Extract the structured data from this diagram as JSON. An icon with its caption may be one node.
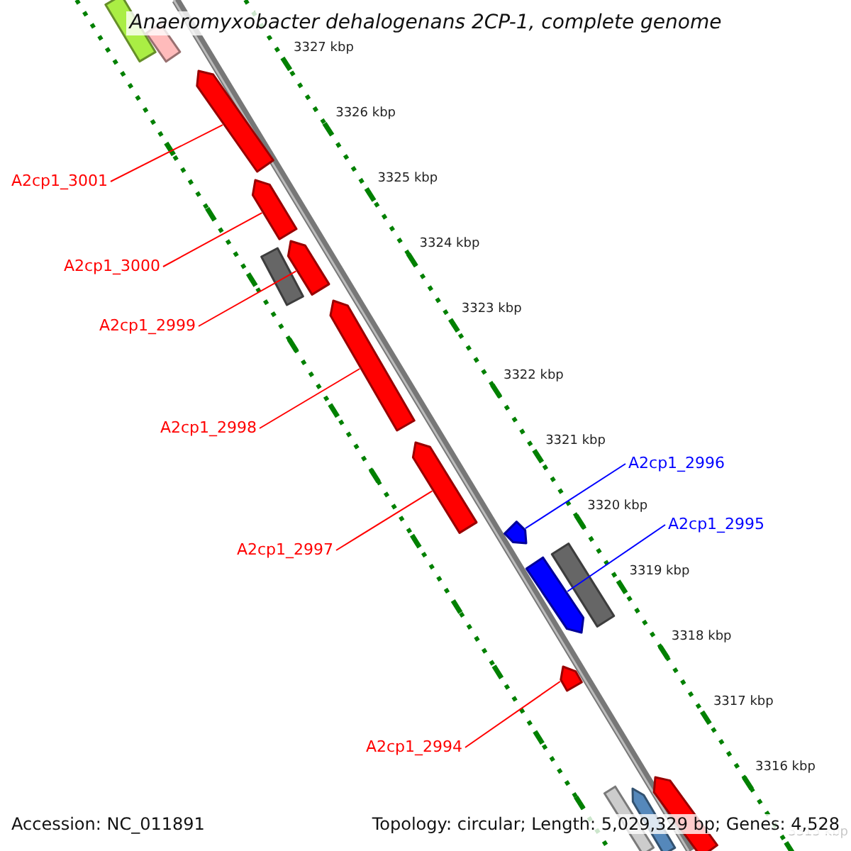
{
  "diagram": {
    "title": "Anaeromyxobacter dehalogenans 2CP-1, complete genome",
    "nodes": [
      {
        "text": [
          "A2cp1_3001"
        ]
      },
      {
        "text": [
          "A2cp1_3000"
        ]
      },
      {
        "text": [
          "A2cp1_2999"
        ]
      },
      {
        "text": [
          "A2cp1_2998"
        ]
      },
      {
        "text": [
          "A2cp1_2996"
        ]
      },
      {
        "text": [
          "A2cp1_2995"
        ]
      },
      {
        "text": [
          "A2cp1_2997"
        ]
      },
      {
        "text": [
          "A2cp1_2994"
        ]
      },
      {
        "text": [],
        "shape": "bar"
      },
      {
        "text": [],
        "shape": "bar"
      },
      {
        "text": [],
        "shape": "bar"
      },
      {
        "text": [],
        "shape": "bar"
      },
      {
        "text": [],
        "shape": "bar"
      },
      {
        "text": [],
        "shape": "bar"
      },
      {
        "text": [],
        "shape": "bar"
      },
      {
        "text": [],
        "shape": "bar"
      },
      {
        "text": [],
        "shape": "bar"
      },
      {
        "text": [],
        "shape": "bar"
      },
      {
        "text": [],
        "shape": "bar"
      },
      {
        "text": [],
        "shape": "bar"
      },
      {
        "text": [],
        "shape": "bar"
      },
      {
        "text": [],
        "shape": "bar"
      },
      {
        "text": [],
        "shape": "bar"
      }
    ],
    "edges": [
      {
        "from": 0,
        "to": 10,
        "arrow": "none"
      },
      {
        "from": 1,
        "to": 11,
        "arrow": "none"
      },
      {
        "from": 2,
        "to": 12,
        "arrow": "none"
      },
      {
        "from": 3,
        "to": 14,
        "arrow": "none"
      },
      {
        "from": 4,
        "to": 16,
        "arrow": "none",
        "color": "#0000ff"
      },
      {
        "from": 5,
        "to": 17,
        "arrow": "none",
        "color": "#0000ff"
      },
      {
        "from": 6,
        "to": 15,
        "arrow": "none"
      },
      {
        "from": 7,
        "to": 19,
        "arrow": "none"
      }
    ],
    "labels": [
      "3327 kbp",
      "3326 kbp",
      "3325 kbp",
      "3324 kbp",
      "3323 kbp",
      "3322 kbp",
      "3321 kbp",
      "3320 kbp",
      "3319 kbp",
      "3318 kbp",
      "3317 kbp",
      "3316 kbp",
      "3315 kbp",
      "Accession: NC_011891",
      "Topology: circular; Length: 5,029,329 bp; Genes: 4,528"
    ]
  }
}
